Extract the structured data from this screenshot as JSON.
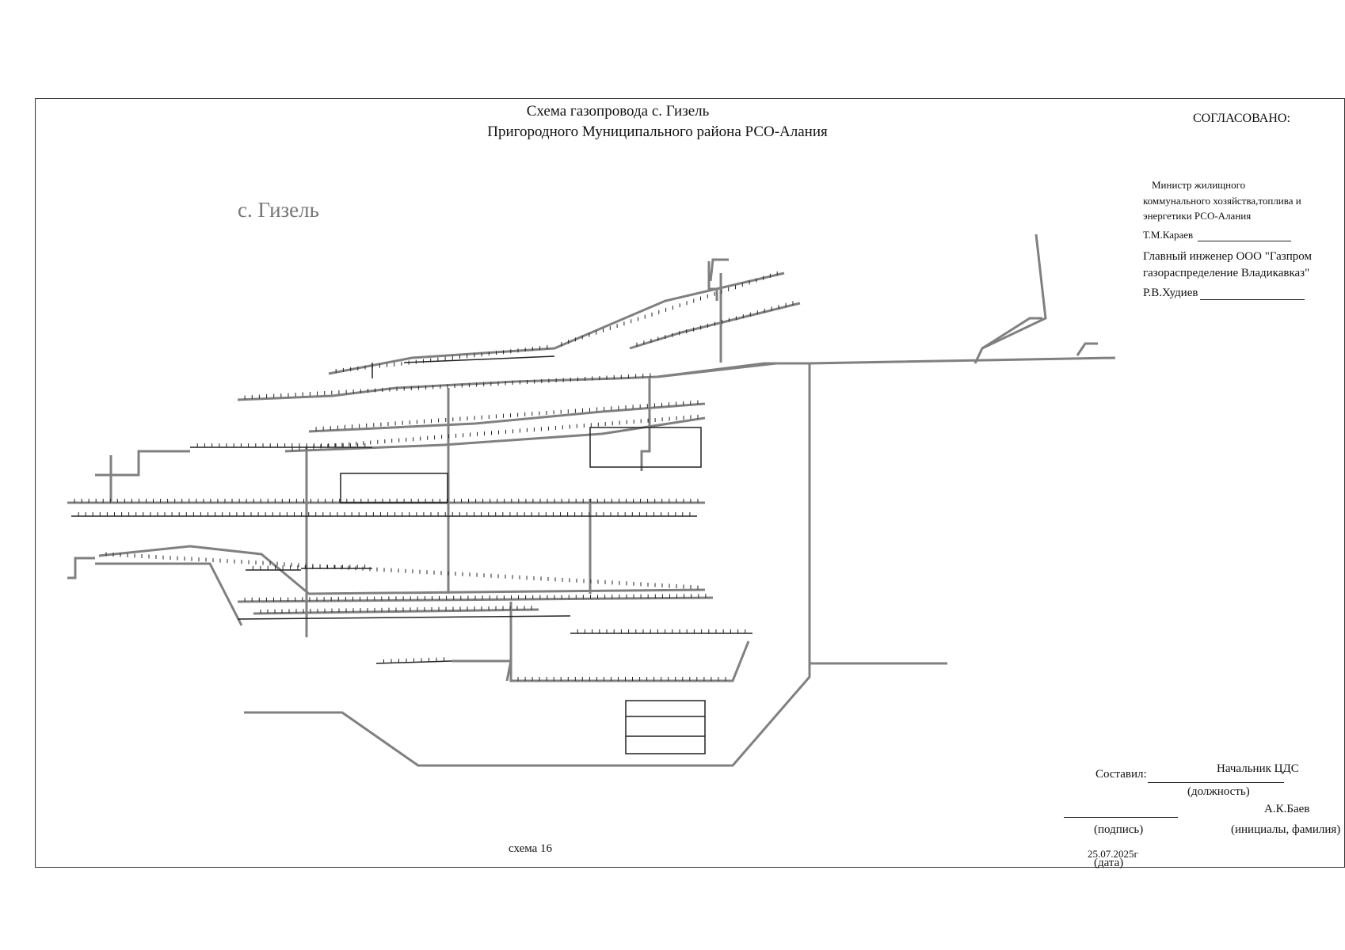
{
  "title": {
    "line1": "Схема газопровода с. Гизель",
    "line2": "Пригородного   Муниципального района РСО-Алания"
  },
  "village_label": "с. Гизель",
  "approval": {
    "heading": "СОГЛАСОВАНО:",
    "signer1": {
      "line1": "Министр жилищного",
      "line2": "коммунального  хозяйства,топлива и",
      "line3": "энергетики РСО-Алания",
      "name": "Т.М.Караев"
    },
    "signer2": {
      "line1": "Главный инженер  ООО \"Газпром",
      "line2": "газораспределение Владикавказ\"",
      "name": "Р.В.Худиев"
    }
  },
  "compiled": {
    "label": "Составил:",
    "position": "Начальник ЦДС",
    "position_caption": "(должность)",
    "name": "А.К.Баев",
    "signature_caption": "(подпись)",
    "name_caption": "(инициалы, фамилия)",
    "date": "25.07.2025г",
    "date_caption": "(дата)"
  },
  "scheme_number": "схема 16",
  "colors": {
    "pipe": "#808080",
    "pipe_dark": "#222222",
    "frame": "#333333"
  }
}
